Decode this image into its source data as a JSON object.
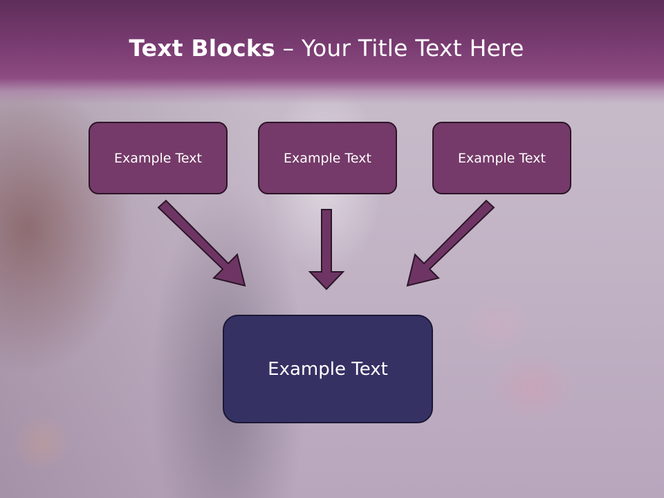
{
  "title": {
    "bold": "Text Blocks",
    "separator": " – ",
    "rest": "Your Title Text Here"
  },
  "blocks": {
    "top": [
      {
        "label": "Example Text"
      },
      {
        "label": "Example Text"
      },
      {
        "label": "Example Text"
      }
    ],
    "bottom": {
      "label": "Example Text"
    }
  },
  "colors": {
    "title_band": "#7a3c72",
    "top_box_fill": "#753a69",
    "bottom_box_fill": "#353163",
    "arrow": "#6e3564",
    "text": "#ffffff"
  }
}
